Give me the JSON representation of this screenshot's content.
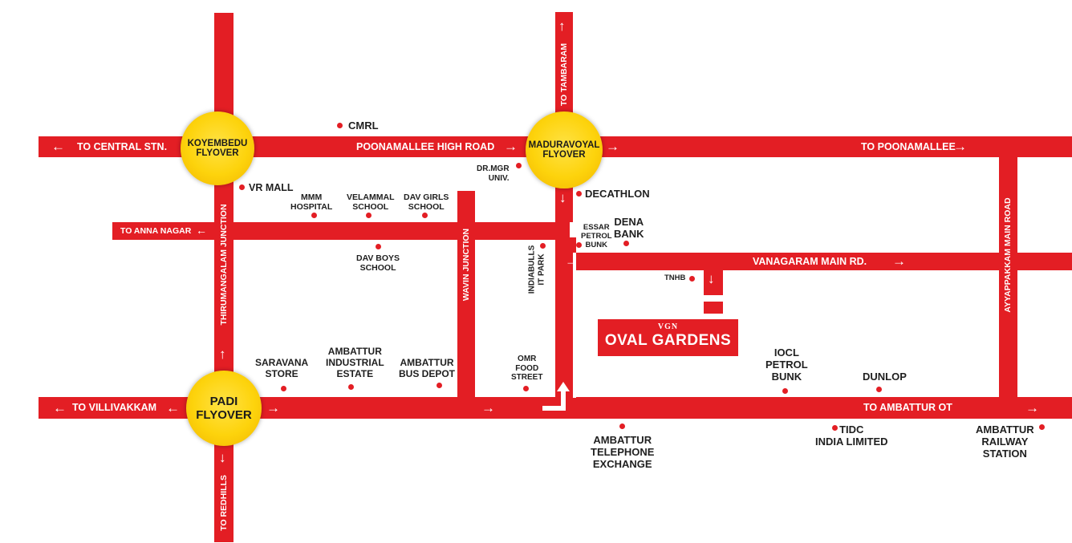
{
  "flyovers": {
    "koyembedu": "KOYEMBEDU\nFLYOVER",
    "maduravoyal": "MADURAVOYAL\nFLYOVER",
    "padi": "PADI\nFLYOVER"
  },
  "roads": {
    "to_central": "TO CENTRAL STN.",
    "poonamallee_high_road": "POONAMALLEE HIGH ROAD",
    "to_poonamallee": "TO POONAMALLEE",
    "to_anna_nagar": "TO ANNA NAGAR",
    "vanagaram": "VANAGARAM MAIN RD.",
    "to_villivakkam": "TO VILLIVAKKAM",
    "to_ambattur_ot": "TO AMBATTUR OT",
    "to_tambaram": "TO TAMBARAM",
    "thirumangalam": "THIRUMANGALAM JUNCTION",
    "wavin": "WAVIN JUNCTION",
    "ayyappakkam": "AYYAPPAKKAM MAIN ROAD",
    "to_redhills": "TO REDHILLS"
  },
  "landmarks": {
    "cmrl": "CMRL",
    "vr_mall": "VR MALL",
    "mmm": "MMM\nHOSPITAL",
    "velammal": "VELAMMAL\nSCHOOL",
    "dav_girls": "DAV GIRLS\nSCHOOL",
    "dav_boys": "DAV BOYS\nSCHOOL",
    "dr_mgr": "DR.MGR\nUNIV.",
    "decathlon": "DECATHLON",
    "essar": "ESSAR\nPETROL\nBUNK",
    "dena": "DENA\nBANK",
    "indiabulls": "INDIABULLS\nIT PARK",
    "tnhb": "TNHB",
    "saravana": "SARAVANA\nSTORE",
    "ambattur_industrial": "AMBATTUR\nINDUSTRIAL\nESTATE",
    "ambattur_bus": "AMBATTUR\nBUS DEPOT",
    "omr_food": "OMR\nFOOD\nSTREET",
    "iocl": "IOCL\nPETROL\nBUNK",
    "dunlop": "DUNLOP",
    "telephone": "AMBATTUR\nTELEPHONE\nEXCHANGE",
    "tidc": "TIDC\nINDIA LIMITED",
    "railway": "AMBATTUR\nRAILWAY\nSTATION"
  },
  "project": {
    "brand": "VGN",
    "name": "OVAL GARDENS"
  },
  "colors": {
    "road": "#e31e24",
    "flyover": "#fdd30c",
    "text": "#1f1f1f"
  }
}
